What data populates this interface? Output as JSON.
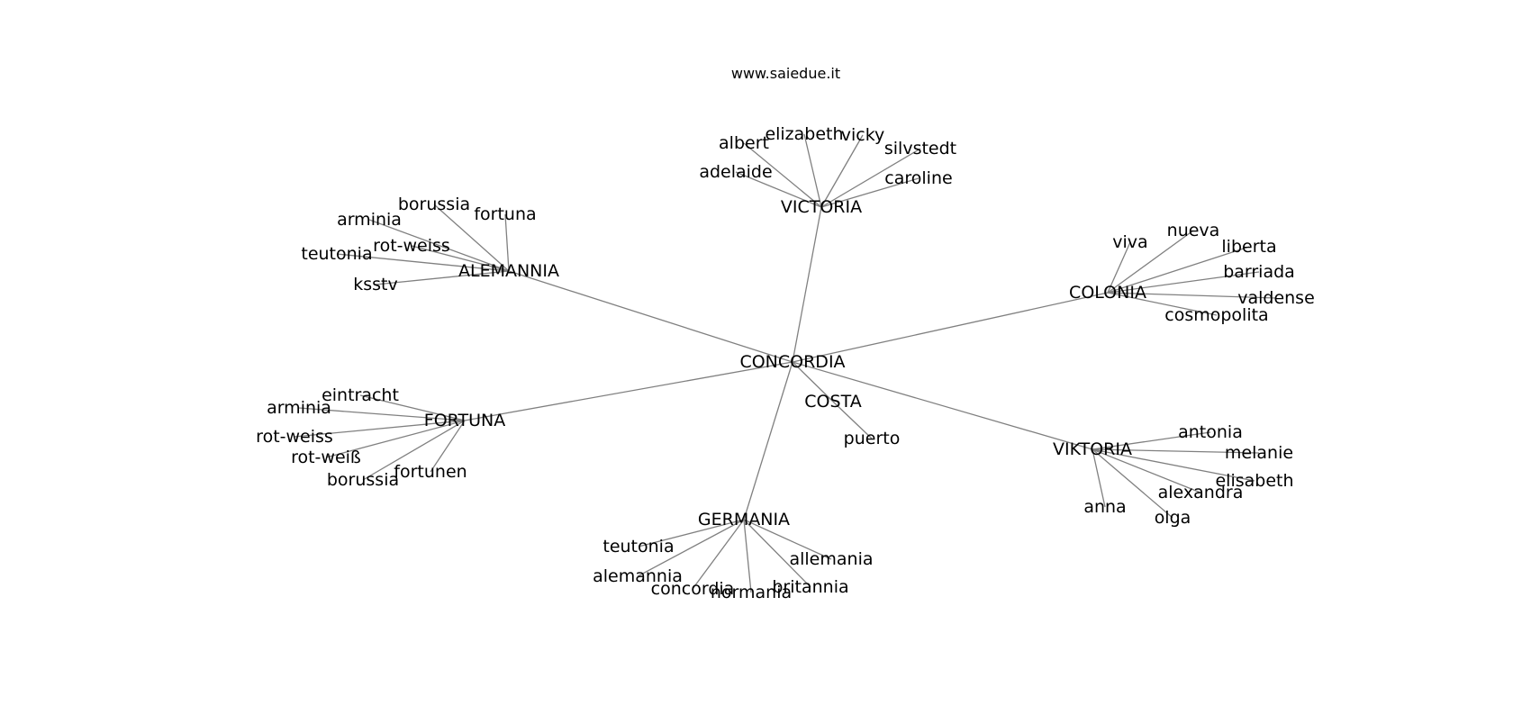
{
  "title": "www.saiedue.it",
  "edge_color": "#808080",
  "text_color": "#000000",
  "root": "CONCORDIA",
  "groups": [
    {
      "hub": "VICTORIA",
      "leaves": [
        "adelaide",
        "albert",
        "elizabeth",
        "vicky",
        "silvstedt",
        "caroline"
      ]
    },
    {
      "hub": "ALEMANNIA",
      "leaves": [
        "borussia",
        "fortuna",
        "arminia",
        "rot-weiss",
        "teutonia",
        "ksstv"
      ]
    },
    {
      "hub": "COLONIA",
      "leaves": [
        "viva",
        "nueva",
        "liberta",
        "barriada",
        "valdense",
        "cosmopolita"
      ]
    },
    {
      "hub": "FORTUNA",
      "leaves": [
        "eintracht",
        "arminia",
        "rot-weiss",
        "rot-weiß",
        "borussia",
        "fortunen"
      ]
    },
    {
      "hub": "COSTA",
      "leaves": [
        "puerto"
      ]
    },
    {
      "hub": "VIKTORIA",
      "leaves": [
        "antonia",
        "melanie",
        "elisabeth",
        "alexandra",
        "anna",
        "olga"
      ]
    },
    {
      "hub": "GERMANIA",
      "leaves": [
        "teutonia",
        "alemannia",
        "concordia",
        "normania",
        "britannia",
        "allemania"
      ]
    }
  ]
}
